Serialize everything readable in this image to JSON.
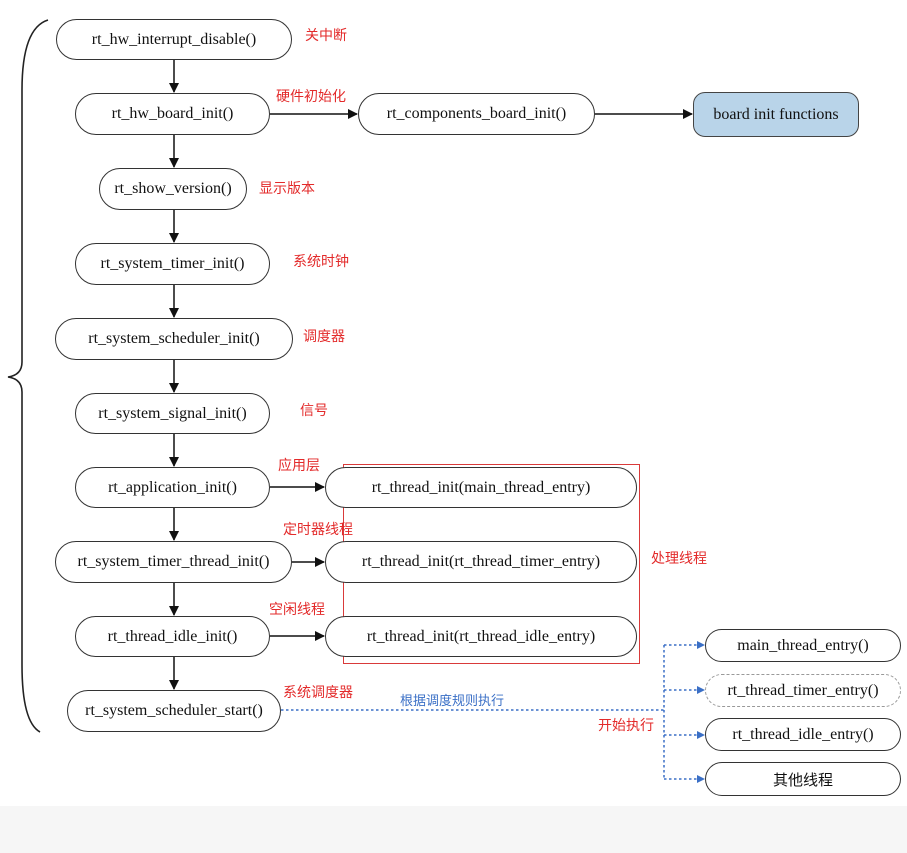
{
  "nodes": {
    "interrupt_disable": "rt_hw_interrupt_disable()",
    "board_init": "rt_hw_board_init()",
    "components_board_init": "rt_components_board_init()",
    "board_init_functions": "board init functions",
    "show_version": "rt_show_version()",
    "system_timer_init": "rt_system_timer_init()",
    "scheduler_init": "rt_system_scheduler_init()",
    "signal_init": "rt_system_signal_init()",
    "application_init": "rt_application_init()",
    "timer_thread_init": "rt_system_timer_thread_init()",
    "thread_idle_init": "rt_thread_idle_init()",
    "scheduler_start": "rt_system_scheduler_start()",
    "thread_init_main": "rt_thread_init(main_thread_entry)",
    "thread_init_timer": "rt_thread_init(rt_thread_timer_entry)",
    "thread_init_idle": "rt_thread_init(rt_thread_idle_entry)",
    "main_thread_entry": "main_thread_entry()",
    "timer_entry": "rt_thread_timer_entry()",
    "idle_entry": "rt_thread_idle_entry()",
    "other_threads": "其他线程"
  },
  "annotations": {
    "interrupt_off": "关中断",
    "hardware_init": "硬件初始化",
    "show_version": "显示版本",
    "system_clock": "系统时钟",
    "scheduler": "调度器",
    "signal": "信号",
    "app_layer": "应用层",
    "timer_thread": "定时器线程",
    "handle_threads": "处理线程",
    "idle_thread": "空闲线程",
    "system_scheduler": "系统调度器",
    "start_execution": "开始执行",
    "execute_by_rule": "根据调度规则执行"
  },
  "colors": {
    "annotation": "#e32a2a",
    "dispatch": "#3a6fc6",
    "highlight_fill": "#b9d4e9",
    "node_border": "#333333"
  }
}
